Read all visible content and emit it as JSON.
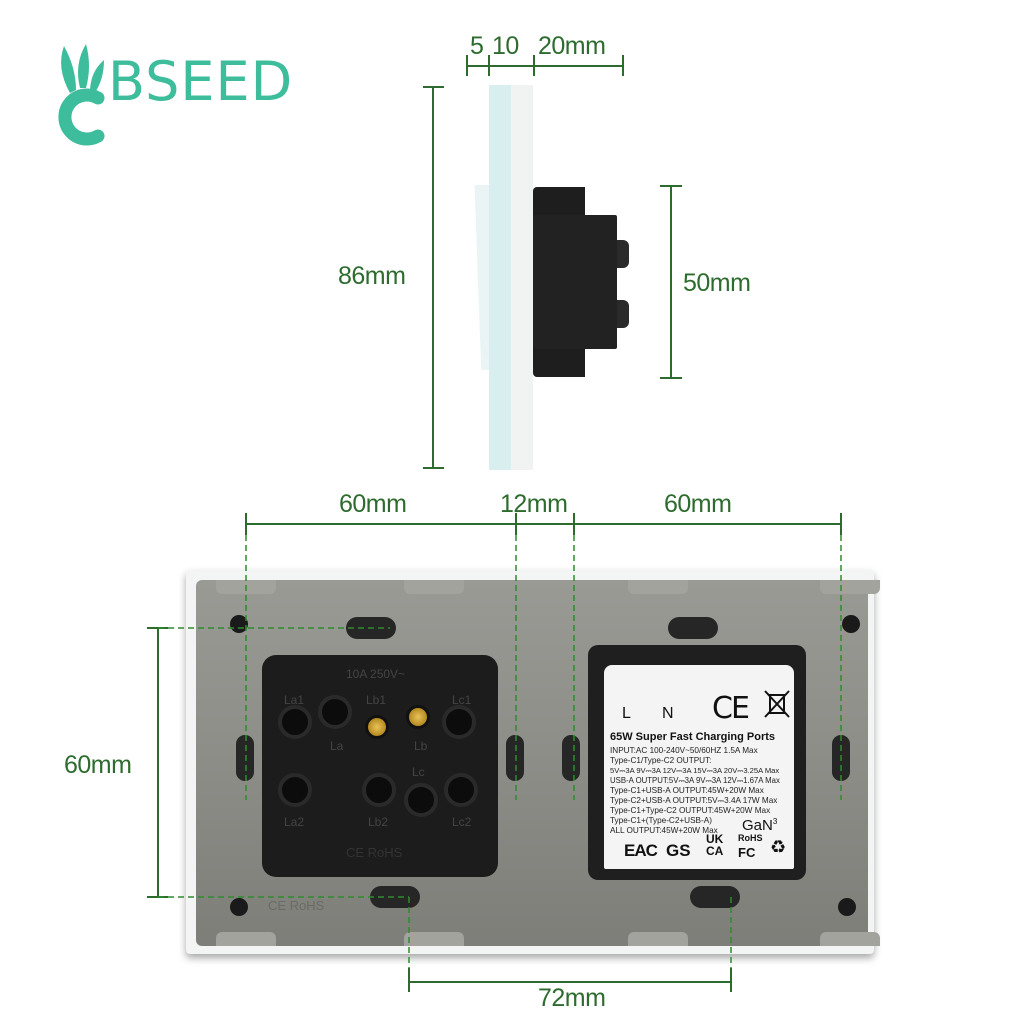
{
  "brand": {
    "name": "BSEED",
    "color": "#3dbd9b"
  },
  "dimensions": {
    "color": "#2e6b2e",
    "top_depth": [
      "5",
      "10",
      "20mm"
    ],
    "side_height": "86mm",
    "mechanism_height": "50mm",
    "module_width_left": "60mm",
    "gap": "12mm",
    "module_width_right": "60mm",
    "module_height": "60mm",
    "mount_spacing": "72mm"
  },
  "left_module": {
    "rating": "10A 250V~",
    "terminals": [
      "La1",
      "La",
      "Lb1",
      "Lb",
      "Lc1",
      "La2",
      "Lb2",
      "Lc",
      "Lc2"
    ],
    "markings": "CE RoHS",
    "plate_marking": "CE RoHS"
  },
  "right_module": {
    "terminal_labels": [
      "L",
      "N"
    ],
    "title": "65W Super Fast Charging Ports",
    "specs": [
      "INPUT:AC 100-240V~50/60HZ 1.5A Max",
      "Type-C1/Type-C2 OUTPUT:",
      "5V⎓3A 9V⎓3A 12V⎓3A 15V⎓3A 20V⎓3.25A Max",
      "USB-A OUTPUT:5V⎓3A 9V⎓3A 12V⎓1.67A Max",
      "Type-C1+USB-A OUTPUT:45W+20W Max",
      "Type-C2+USB-A OUTPUT:5V⎓3.4A 17W Max",
      "Type-C1+Type-C2 OUTPUT:45W+20W Max",
      "Type-C1+(Type-C2+USB-A)",
      "ALL OUTPUT:45W+20W Max"
    ],
    "gan": "GaN",
    "gan_sup": "3",
    "cert_marks": [
      "CE",
      "WEEE",
      "EAC",
      "GS",
      "UK CA",
      "RoHS",
      "FC",
      "Recycle"
    ]
  }
}
